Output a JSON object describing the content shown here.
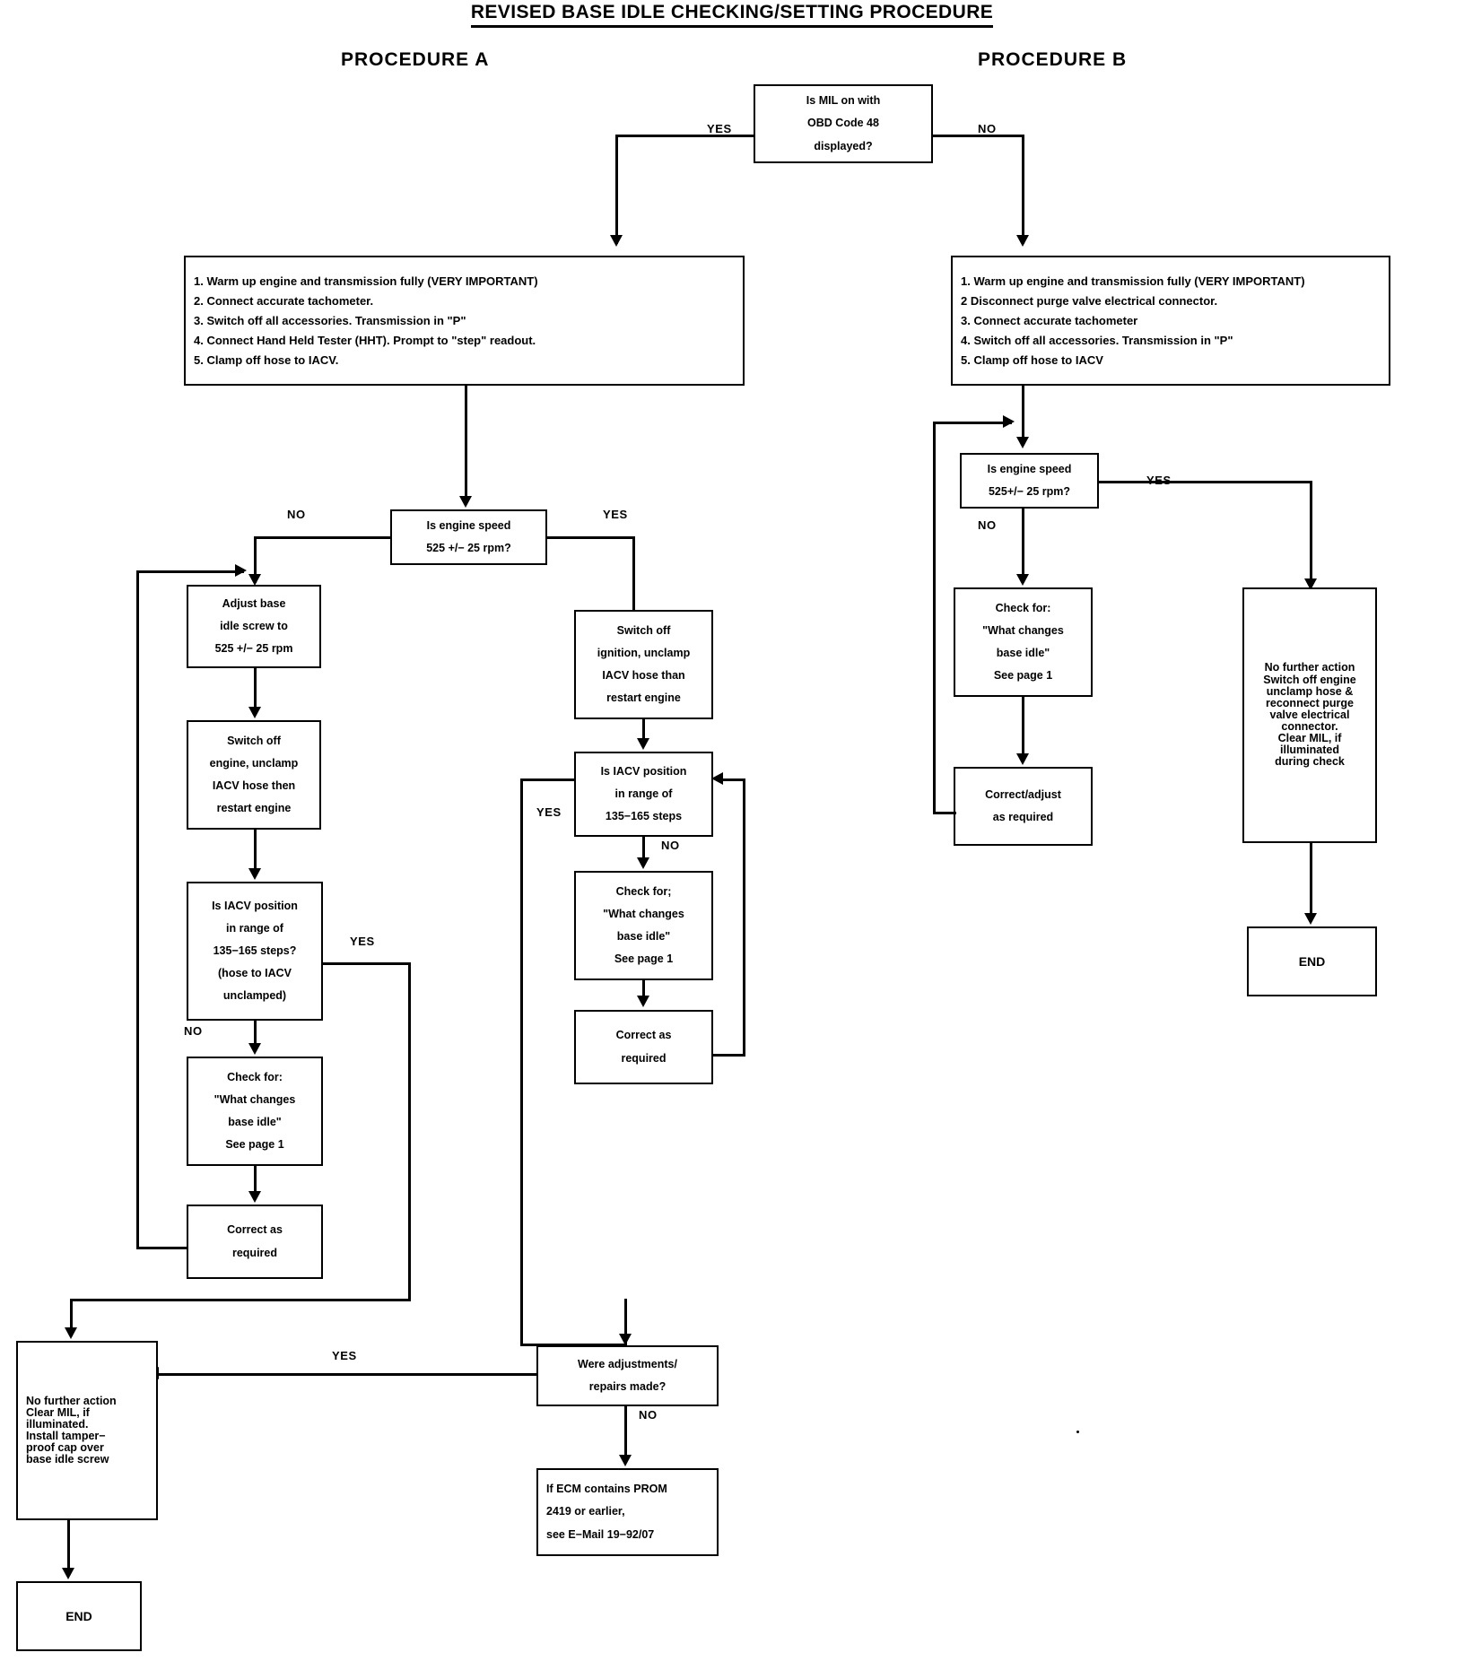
{
  "title": "REVISED BASE IDLE CHECKING/SETTING PROCEDURE",
  "procedures": {
    "a_label": "PROCEDURE A",
    "b_label": "PROCEDURE B"
  },
  "edge_labels": {
    "yes": "YES",
    "no": "NO"
  },
  "nodes": {
    "mil_question": {
      "lines": [
        "Is MIL on with",
        "OBD Code 48",
        "displayed?"
      ]
    },
    "proc_a_steps": {
      "lines": [
        "1.  Warm up engine and transmission fully (VERY IMPORTANT)",
        "2. Connect accurate tachometer.",
        "3. Switch off all accessories. Transmission in \"P\"",
        "4.  Connect Hand Held Tester (HHT). Prompt to \"step\" readout.",
        "5. Clamp off hose to IACV."
      ]
    },
    "proc_b_steps": {
      "lines": [
        "1. Warm up engine and transmission fully (VERY IMPORTANT)",
        "2  Disconnect purge valve electrical connector.",
        "3. Connect accurate tachometer",
        "4. Switch off all accessories.  Transmission in \"P\"",
        "5. Clamp off hose to IACV"
      ]
    },
    "a_engine_speed": {
      "lines": [
        "Is engine speed",
        "525 +/− 25 rpm?"
      ]
    },
    "a_adjust_screw": {
      "lines": [
        "Adjust base",
        "idle screw to",
        "525 +/− 25 rpm"
      ]
    },
    "a_switch_off": {
      "lines": [
        "Switch off",
        "engine, unclamp",
        "IACV hose then",
        "restart engine"
      ]
    },
    "a_iacv_position": {
      "lines": [
        "Is IACV position",
        "in range of",
        "135−165 steps?",
        "(hose to IACV",
        "unclamped)"
      ]
    },
    "a_check_for": {
      "lines": [
        "Check for:",
        "\"What changes",
        "base idle\"",
        "See page 1"
      ]
    },
    "a_correct": {
      "lines": [
        "Correct as",
        "required"
      ]
    },
    "c_switch_off": {
      "lines": [
        "Switch off",
        "ignition, unclamp",
        "IACV hose than",
        "restart engine"
      ]
    },
    "c_iacv_position": {
      "lines": [
        "Is IACV position",
        "in range of",
        "135−165 steps"
      ]
    },
    "c_check_for": {
      "lines": [
        "Check for;",
        "\"What changes",
        "base idle\"",
        "See page 1"
      ]
    },
    "c_correct": {
      "lines": [
        "Correct as",
        "required"
      ]
    },
    "b_engine_speed": {
      "lines": [
        "Is engine speed",
        "525+/− 25 rpm?"
      ]
    },
    "b_check_for": {
      "lines": [
        "Check for:",
        "\"What changes",
        "base idle\"",
        "See page 1"
      ]
    },
    "b_correct": {
      "lines": [
        "Correct/adjust",
        "as required"
      ]
    },
    "b_no_further": {
      "lines": [
        "No further action",
        "Switch off engine",
        "unclamp hose &",
        "reconnect purge",
        "valve electrical",
        "connector.",
        "Clear MIL, if",
        "illuminated",
        "during check"
      ]
    },
    "b_end": {
      "label": "END"
    },
    "adjustments_made": {
      "lines": [
        "Were adjustments/",
        "repairs made?"
      ]
    },
    "ecm_prom": {
      "lines": [
        "If ECM contains PROM",
        "2419 or earlier,",
        "see E−Mail 19−92/07"
      ]
    },
    "a_no_further": {
      "lines": [
        "No further action",
        "Clear MIL, if",
        "illuminated.",
        "Install tamper−",
        "proof cap over",
        "base idle screw"
      ]
    },
    "a_end": {
      "label": "END"
    }
  }
}
